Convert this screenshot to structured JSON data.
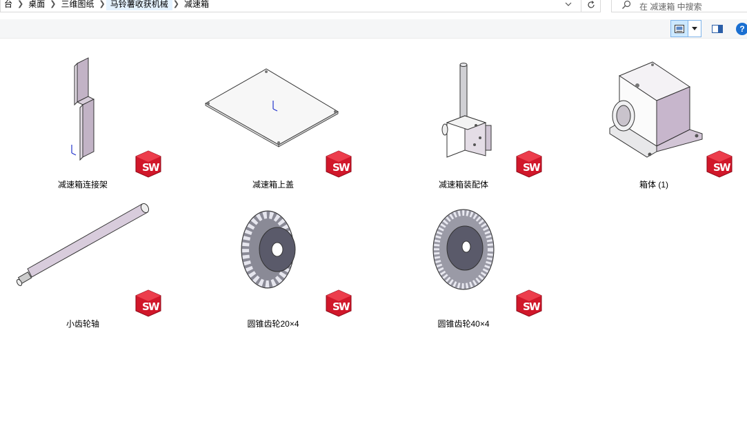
{
  "breadcrumb": {
    "items": [
      "台",
      "桌面",
      "三维图纸",
      "马铃薯收获机械",
      "减速箱"
    ]
  },
  "search": {
    "placeholder": "在 减速箱 中搜索"
  },
  "icons": {
    "refresh": "refresh-icon",
    "search": "search-icon",
    "view": "large-icons-view-icon",
    "pane": "preview-pane-icon",
    "help": "help-icon",
    "sw": "solidworks-icon"
  },
  "toolbar": {
    "help_label": "?"
  },
  "colors": {
    "accent": "#1a6fd1",
    "selected_bg": "#cce8ff",
    "sw_red": "#d1172a"
  },
  "files": [
    {
      "name": "减速箱连接架",
      "type": "bracket"
    },
    {
      "name": "减速箱上盖",
      "type": "plate"
    },
    {
      "name": "减速箱装配体",
      "type": "assembly"
    },
    {
      "name": "箱体 (1)",
      "type": "housing"
    },
    {
      "name": "小齿轮轴",
      "type": "shaft"
    },
    {
      "name": "圆锥齿轮20×4",
      "type": "gear-small"
    },
    {
      "name": "圆锥齿轮40×4",
      "type": "gear-large"
    }
  ]
}
